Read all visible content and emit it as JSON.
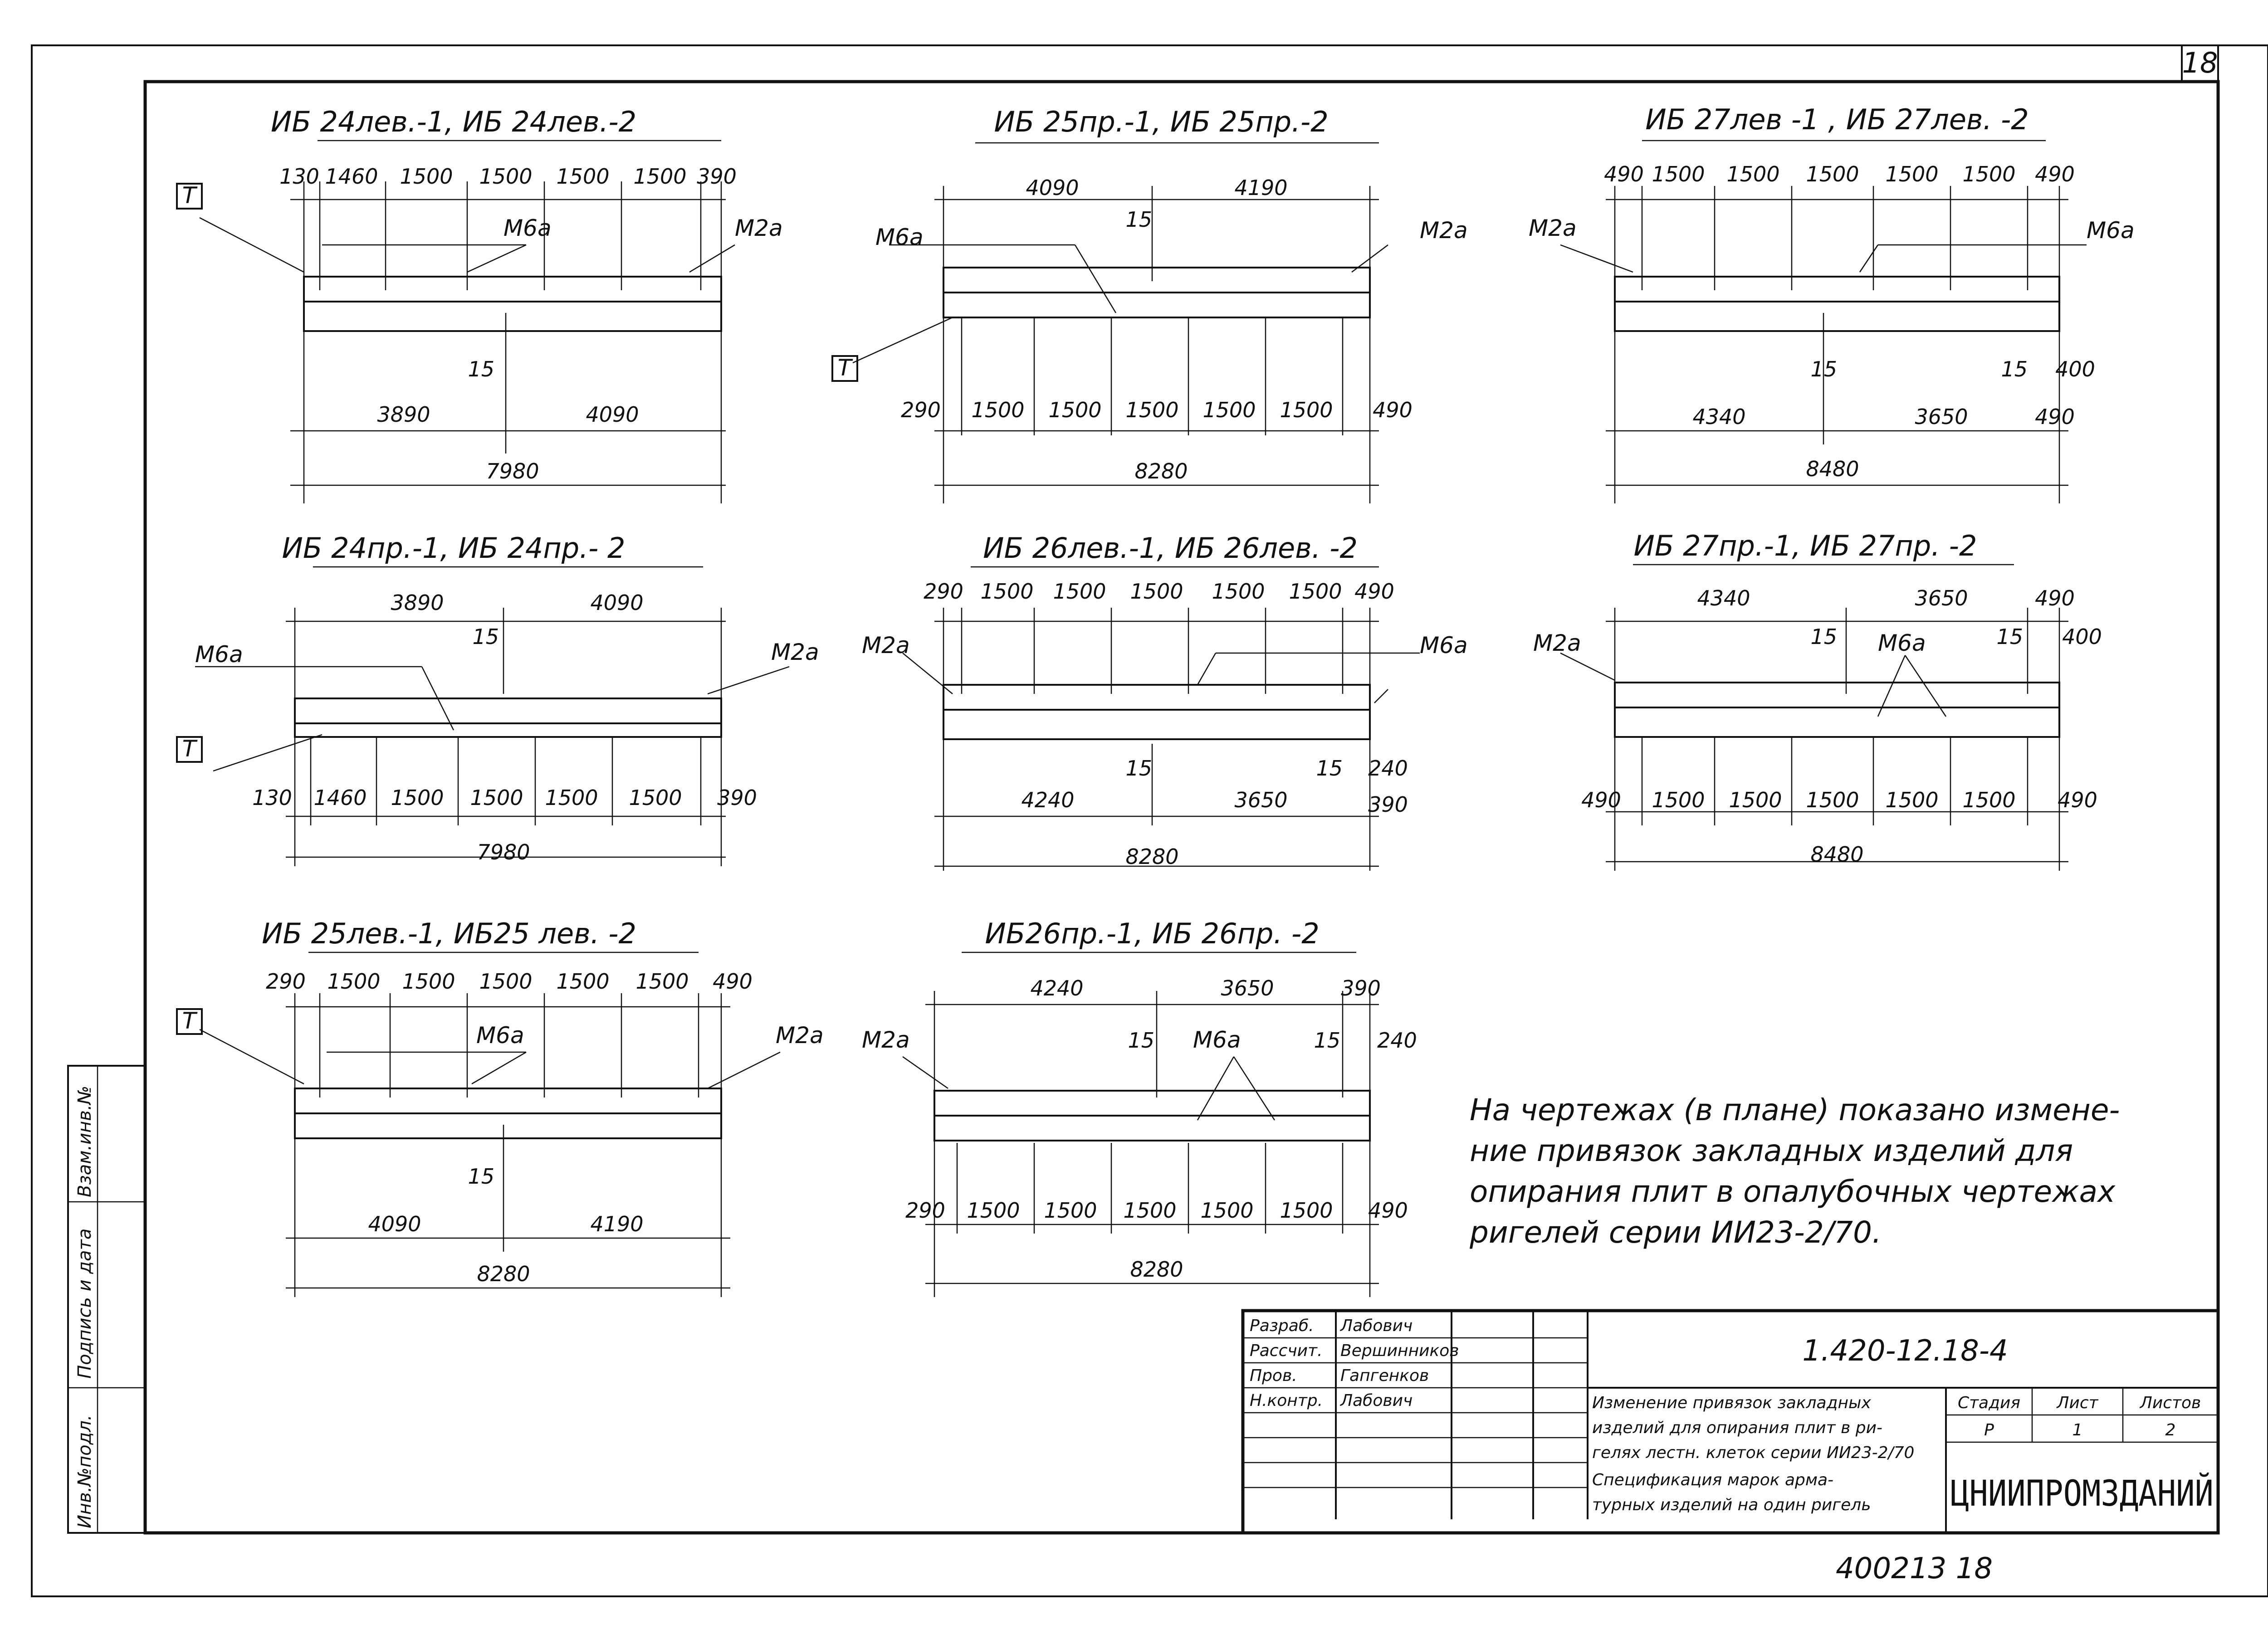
{
  "sheet_number": "18",
  "beams": [
    {
      "title": "ИБ 24лев.-1, ИБ 24лев.-2",
      "top_dims": [
        "130",
        "1460",
        "1500",
        "1500",
        "1500",
        "1500",
        "390"
      ],
      "bottom_dims": [
        "3890",
        "4090"
      ],
      "total": "7980",
      "left_mark": "М6а",
      "right_mark": "М2а",
      "tag": "Т",
      "offset": "15"
    },
    {
      "title": "ИБ 25пр.-1, ИБ 25пр.-2",
      "top_dims": [
        "4090",
        "4190"
      ],
      "bottom_dims": [
        "290",
        "1500",
        "1500",
        "1500",
        "1500",
        "1500",
        "490"
      ],
      "total": "8280",
      "left_mark": "М6а",
      "right_mark": "М2а",
      "tag": "Т",
      "offset": "15"
    },
    {
      "title": "ИБ 27лев -1 , ИБ 27лев. -2",
      "top_dims": [
        "490",
        "1500",
        "1500",
        "1500",
        "1500",
        "1500",
        "490"
      ],
      "bottom_dims": [
        "4340",
        "3650",
        "490"
      ],
      "total": "8480",
      "left_mark": "М2а",
      "right_mark": "М6а",
      "offset": "15",
      "side_dim": "400"
    },
    {
      "title": "ИБ 24пр.-1, ИБ 24пр.- 2",
      "top_dims": [
        "3890",
        "4090"
      ],
      "bottom_dims": [
        "130",
        "1460",
        "1500",
        "1500",
        "1500",
        "1500",
        "390"
      ],
      "total": "7980",
      "left_mark": "М6а",
      "right_mark": "М2а",
      "tag": "Т",
      "offset": "15"
    },
    {
      "title": "ИБ 26лев.-1, ИБ 26лев. -2",
      "top_dims": [
        "290",
        "1500",
        "1500",
        "1500",
        "1500",
        "1500",
        "490"
      ],
      "bottom_dims": [
        "4240",
        "3650"
      ],
      "total": "8280",
      "left_mark": "М2а",
      "right_mark": "М6а",
      "offset": "15",
      "side_dim": "240",
      "side_dim2": "390"
    },
    {
      "title": "ИБ 27пр.-1, ИБ 27пр. -2",
      "top_dims": [
        "4340",
        "3650",
        "490"
      ],
      "bottom_dims": [
        "490",
        "1500",
        "1500",
        "1500",
        "1500",
        "1500",
        "490"
      ],
      "total": "8480",
      "left_mark": "М2а",
      "right_mark": "М6а",
      "offset": "15",
      "side_dim": "400"
    },
    {
      "title": "ИБ 25лев.-1, ИБ25 лев. -2",
      "top_dims": [
        "290",
        "1500",
        "1500",
        "1500",
        "1500",
        "1500",
        "490"
      ],
      "bottom_dims": [
        "4090",
        "4190"
      ],
      "total": "8280",
      "left_mark": "М6а",
      "right_mark": "М2а",
      "tag": "Т",
      "offset": "15"
    },
    {
      "title": "ИБ26пр.-1, ИБ 26пр. -2",
      "top_dims": [
        "4240",
        "3650",
        "390"
      ],
      "bottom_dims": [
        "290",
        "1500",
        "1500",
        "1500",
        "1500",
        "1500",
        "490"
      ],
      "total": "8280",
      "left_mark": "М2а",
      "right_mark": "М6а",
      "offset": "15",
      "side_dim": "240"
    }
  ],
  "note_lines": [
    "На чертежах (в плане) показано измене-",
    "ние привязок закладных изделий для",
    "опирания плит в опалубочных чертежах",
    "ригелей серии ИИ23-2/70."
  ],
  "stamp": {
    "roles": [
      "Разраб.",
      "Рассчит.",
      "Пров.",
      "Н.контр."
    ],
    "names": [
      "Лабович",
      "Вершинников",
      "Гапгенков",
      "Лабович"
    ],
    "code": "1.420-12.18-4",
    "description_lines": [
      "Изменение привязок закладных",
      "изделий для опирания плит в ри-",
      "гелях лестн. клеток серии ИИ23-2/70",
      "Спецификация марок арма-",
      "турных изделий на один ригель"
    ],
    "stage_header": "Стадия",
    "sheet_header": "Лист",
    "sheets_header": "Листов",
    "stage": "Р",
    "sheet": "1",
    "sheets": "2",
    "organization": "ЦНИИПРОМЗДАНИЙ"
  },
  "margin_labels": [
    "Инв.№подл.",
    "Подпись и дата",
    "Взам.инв.№"
  ],
  "bottom_note": "400213 18"
}
